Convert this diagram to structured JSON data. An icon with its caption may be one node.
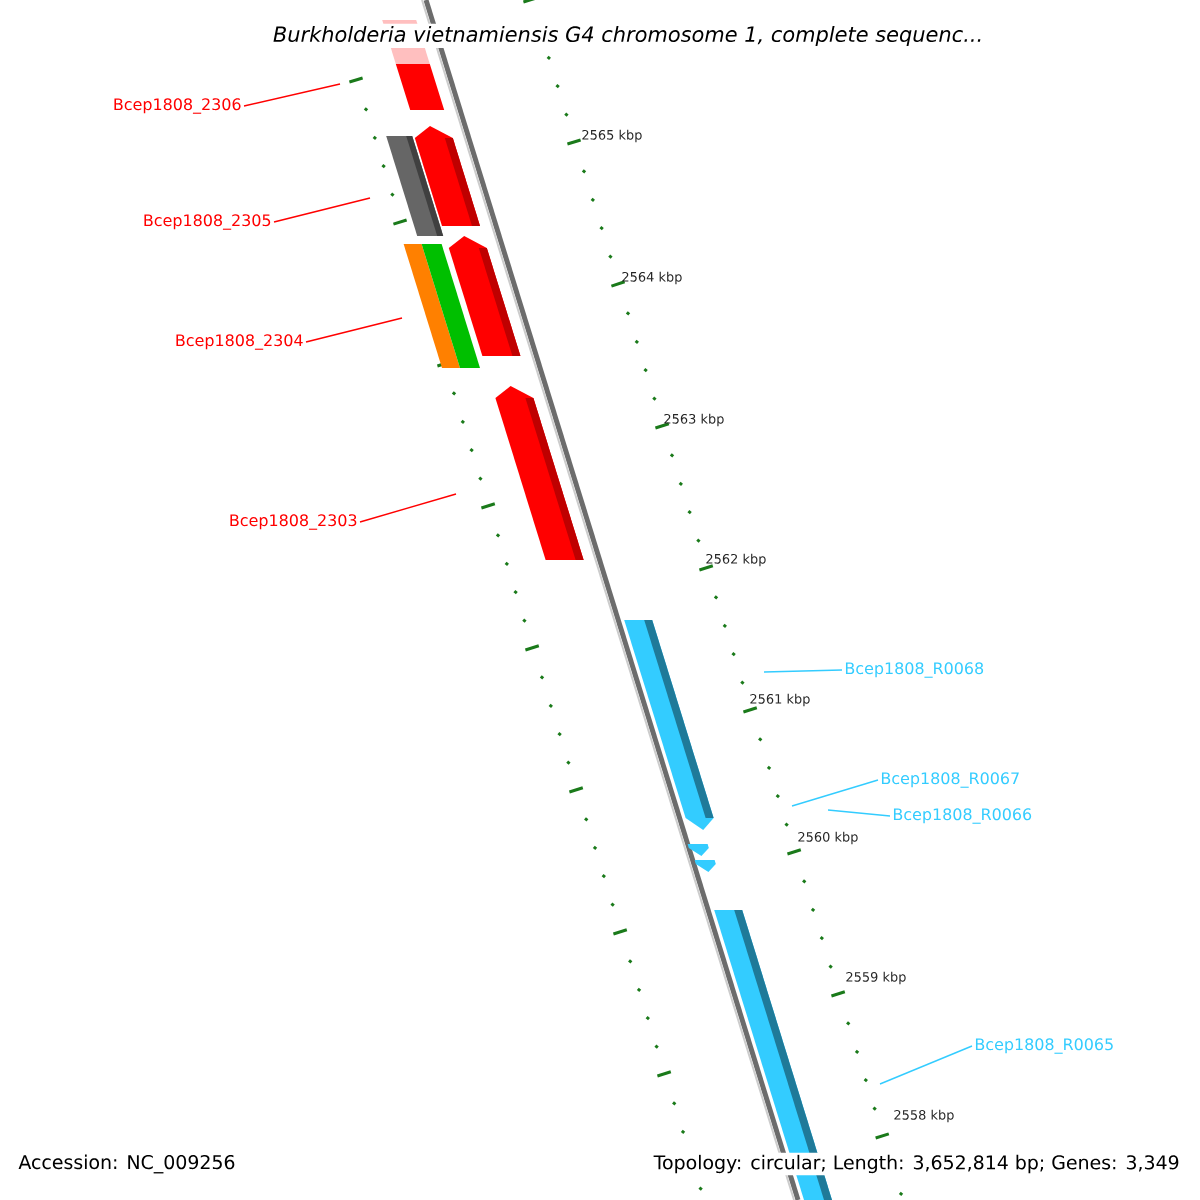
{
  "diagram": {
    "title": "Burkholderia vietnamiensis G4 chromosome 1, complete sequenc...",
    "nodes": [
      {
        "text": [
          "Bcep1808_2306"
        ]
      },
      {
        "text": [
          "Bcep1808_2305"
        ]
      },
      {
        "text": [
          "Bcep1808_2304"
        ]
      },
      {
        "text": [
          "Bcep1808_2303"
        ]
      },
      {
        "text": [
          "Bcep1808_R0068"
        ]
      },
      {
        "text": [
          "Bcep1808_R0067"
        ]
      },
      {
        "text": [
          "Bcep1808_R0066"
        ]
      },
      {
        "text": [
          "Bcep1808_R0065"
        ]
      }
    ],
    "edges": [
      {
        "from": 0,
        "to": null,
        "arrow": "none",
        "color": "#ff0000"
      },
      {
        "from": 1,
        "to": null,
        "arrow": "none",
        "color": "#ff0000"
      },
      {
        "from": 2,
        "to": null,
        "arrow": "none",
        "color": "#ff0000"
      },
      {
        "from": 3,
        "to": null,
        "arrow": "none",
        "color": "#ff0000"
      },
      {
        "from": 4,
        "to": null,
        "arrow": "none",
        "color": "#33ccff"
      },
      {
        "from": 5,
        "to": null,
        "arrow": "none",
        "color": "#33ccff"
      },
      {
        "from": 6,
        "to": null,
        "arrow": "none",
        "color": "#33ccff"
      },
      {
        "from": 7,
        "to": null,
        "arrow": "none",
        "color": "#33ccff"
      }
    ],
    "labels": [
      "2565 kbp",
      "2564 kbp",
      "2563 kbp",
      "2562 kbp",
      "2561 kbp",
      "2560 kbp",
      "2559 kbp",
      "2558 kbp",
      "Accession: NC_009256",
      "Topology: circular; Length: 3,652,814 bp; Genes: 3,349"
    ]
  }
}
